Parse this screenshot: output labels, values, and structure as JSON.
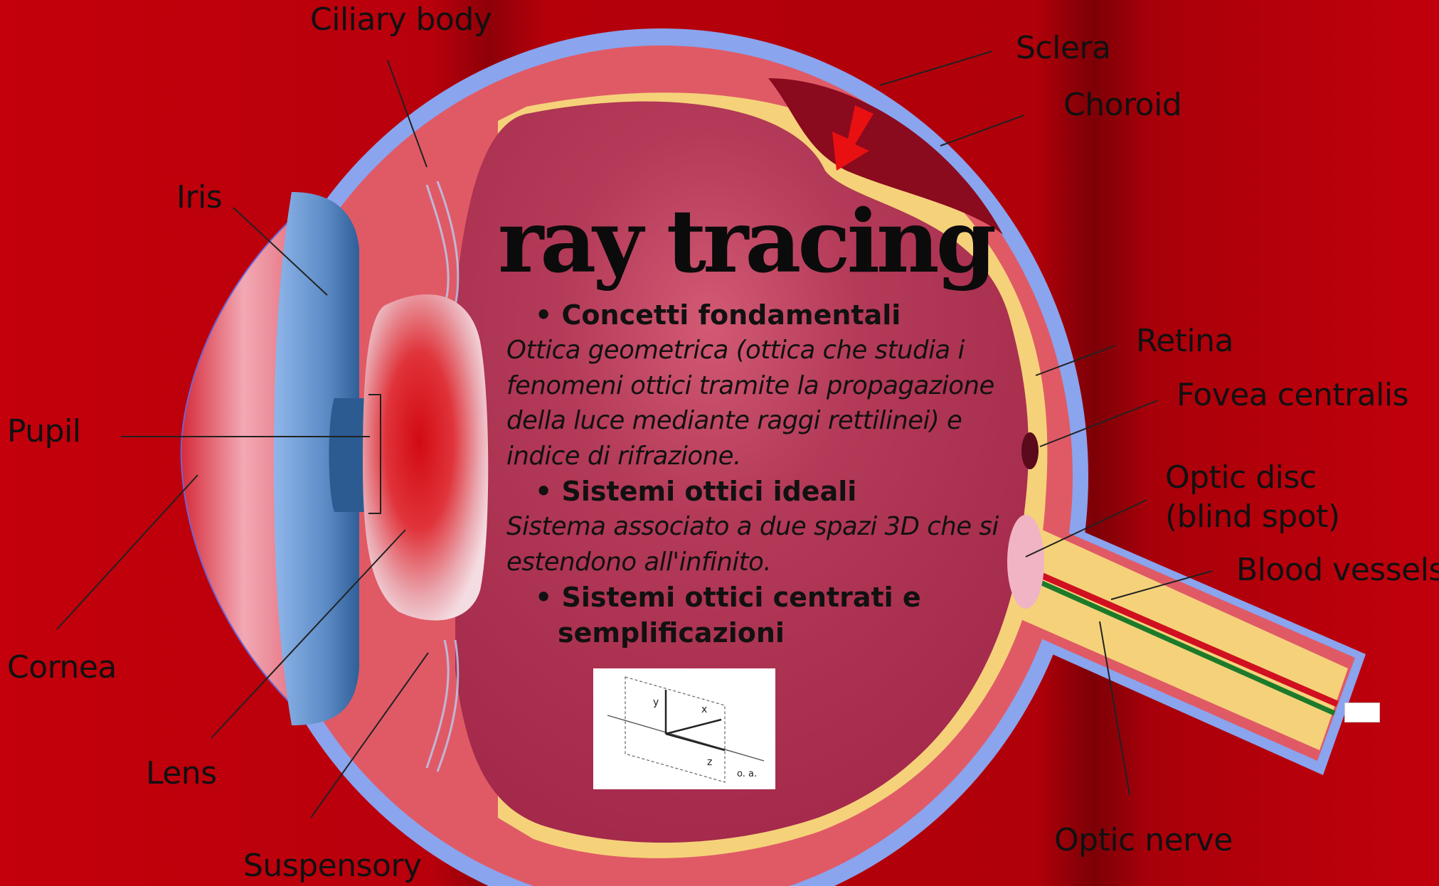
{
  "title": "ray tracing",
  "labels": {
    "ciliary_body": "Ciliary body",
    "sclera": "Sclera",
    "choroid": "Choroid",
    "iris": "Iris",
    "retina": "Retina",
    "fovea_centralis": "Fovea centralis",
    "pupil": "Pupil",
    "optic_disc_line1": "Optic disc",
    "optic_disc_line2": "(blind spot)",
    "blood_vessels": "Blood vessels",
    "cornea": "Cornea",
    "lens": "Lens",
    "optic_nerve": "Optic nerve",
    "suspensory": "Suspensory"
  },
  "content": {
    "section1_heading": "Concetti fondamentali",
    "section1_text": "Ottica geometrica (ottica che studia i fenomeni ottici tramite la propagazione della luce mediante raggi rettilinei) e indice di rifrazione.",
    "section2_heading": "Sistemi ottici ideali",
    "section2_text": "Sistema associato a due spazi 3D che si estendono all'infinito.",
    "section3_heading": "Sistemi ottici centrati e semplificazioni"
  },
  "figure": {
    "axis_y": "y",
    "axis_x": "x",
    "axis_z": "z",
    "optical_axis": "o. a."
  },
  "colors": {
    "background": "#b4000a",
    "sclera": "#8aa4ee",
    "choroid": "#e05a66",
    "retina": "#f5d27a",
    "interior": "#a22a45",
    "arrow": "#e81010"
  }
}
